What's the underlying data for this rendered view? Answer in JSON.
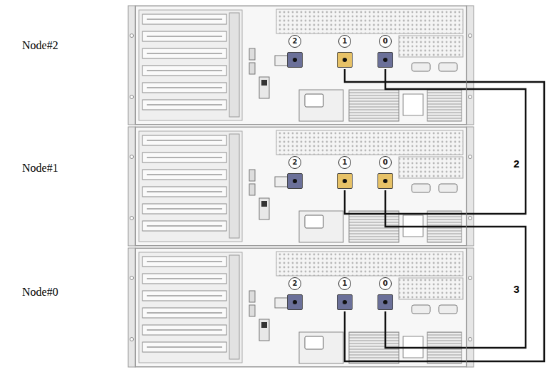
{
  "diagram": {
    "nodes": [
      {
        "text": [
          "Node#2"
        ]
      },
      {
        "text": [
          "2"
        ],
        "in": 0
      },
      {
        "text": [
          "1"
        ],
        "in": 0
      },
      {
        "text": [
          "0"
        ],
        "in": 0
      },
      {
        "text": [
          "Node#1"
        ]
      },
      {
        "text": [
          "2"
        ],
        "in": 4
      },
      {
        "text": [
          "1"
        ],
        "in": 4
      },
      {
        "text": [
          "0"
        ],
        "in": 4
      },
      {
        "text": [
          "Node#0"
        ]
      },
      {
        "text": [
          "2"
        ],
        "in": 8
      },
      {
        "text": [
          "1"
        ],
        "in": 8
      },
      {
        "text": [
          "0"
        ],
        "in": 8
      }
    ],
    "edges": [
      {
        "from": 3,
        "to": 6,
        "arrow": "none"
      },
      {
        "from": 7,
        "to": 11,
        "arrow": "none"
      },
      {
        "from": 2,
        "to": 10,
        "arrow": "none"
      }
    ],
    "labels": [
      "2",
      "3"
    ]
  }
}
